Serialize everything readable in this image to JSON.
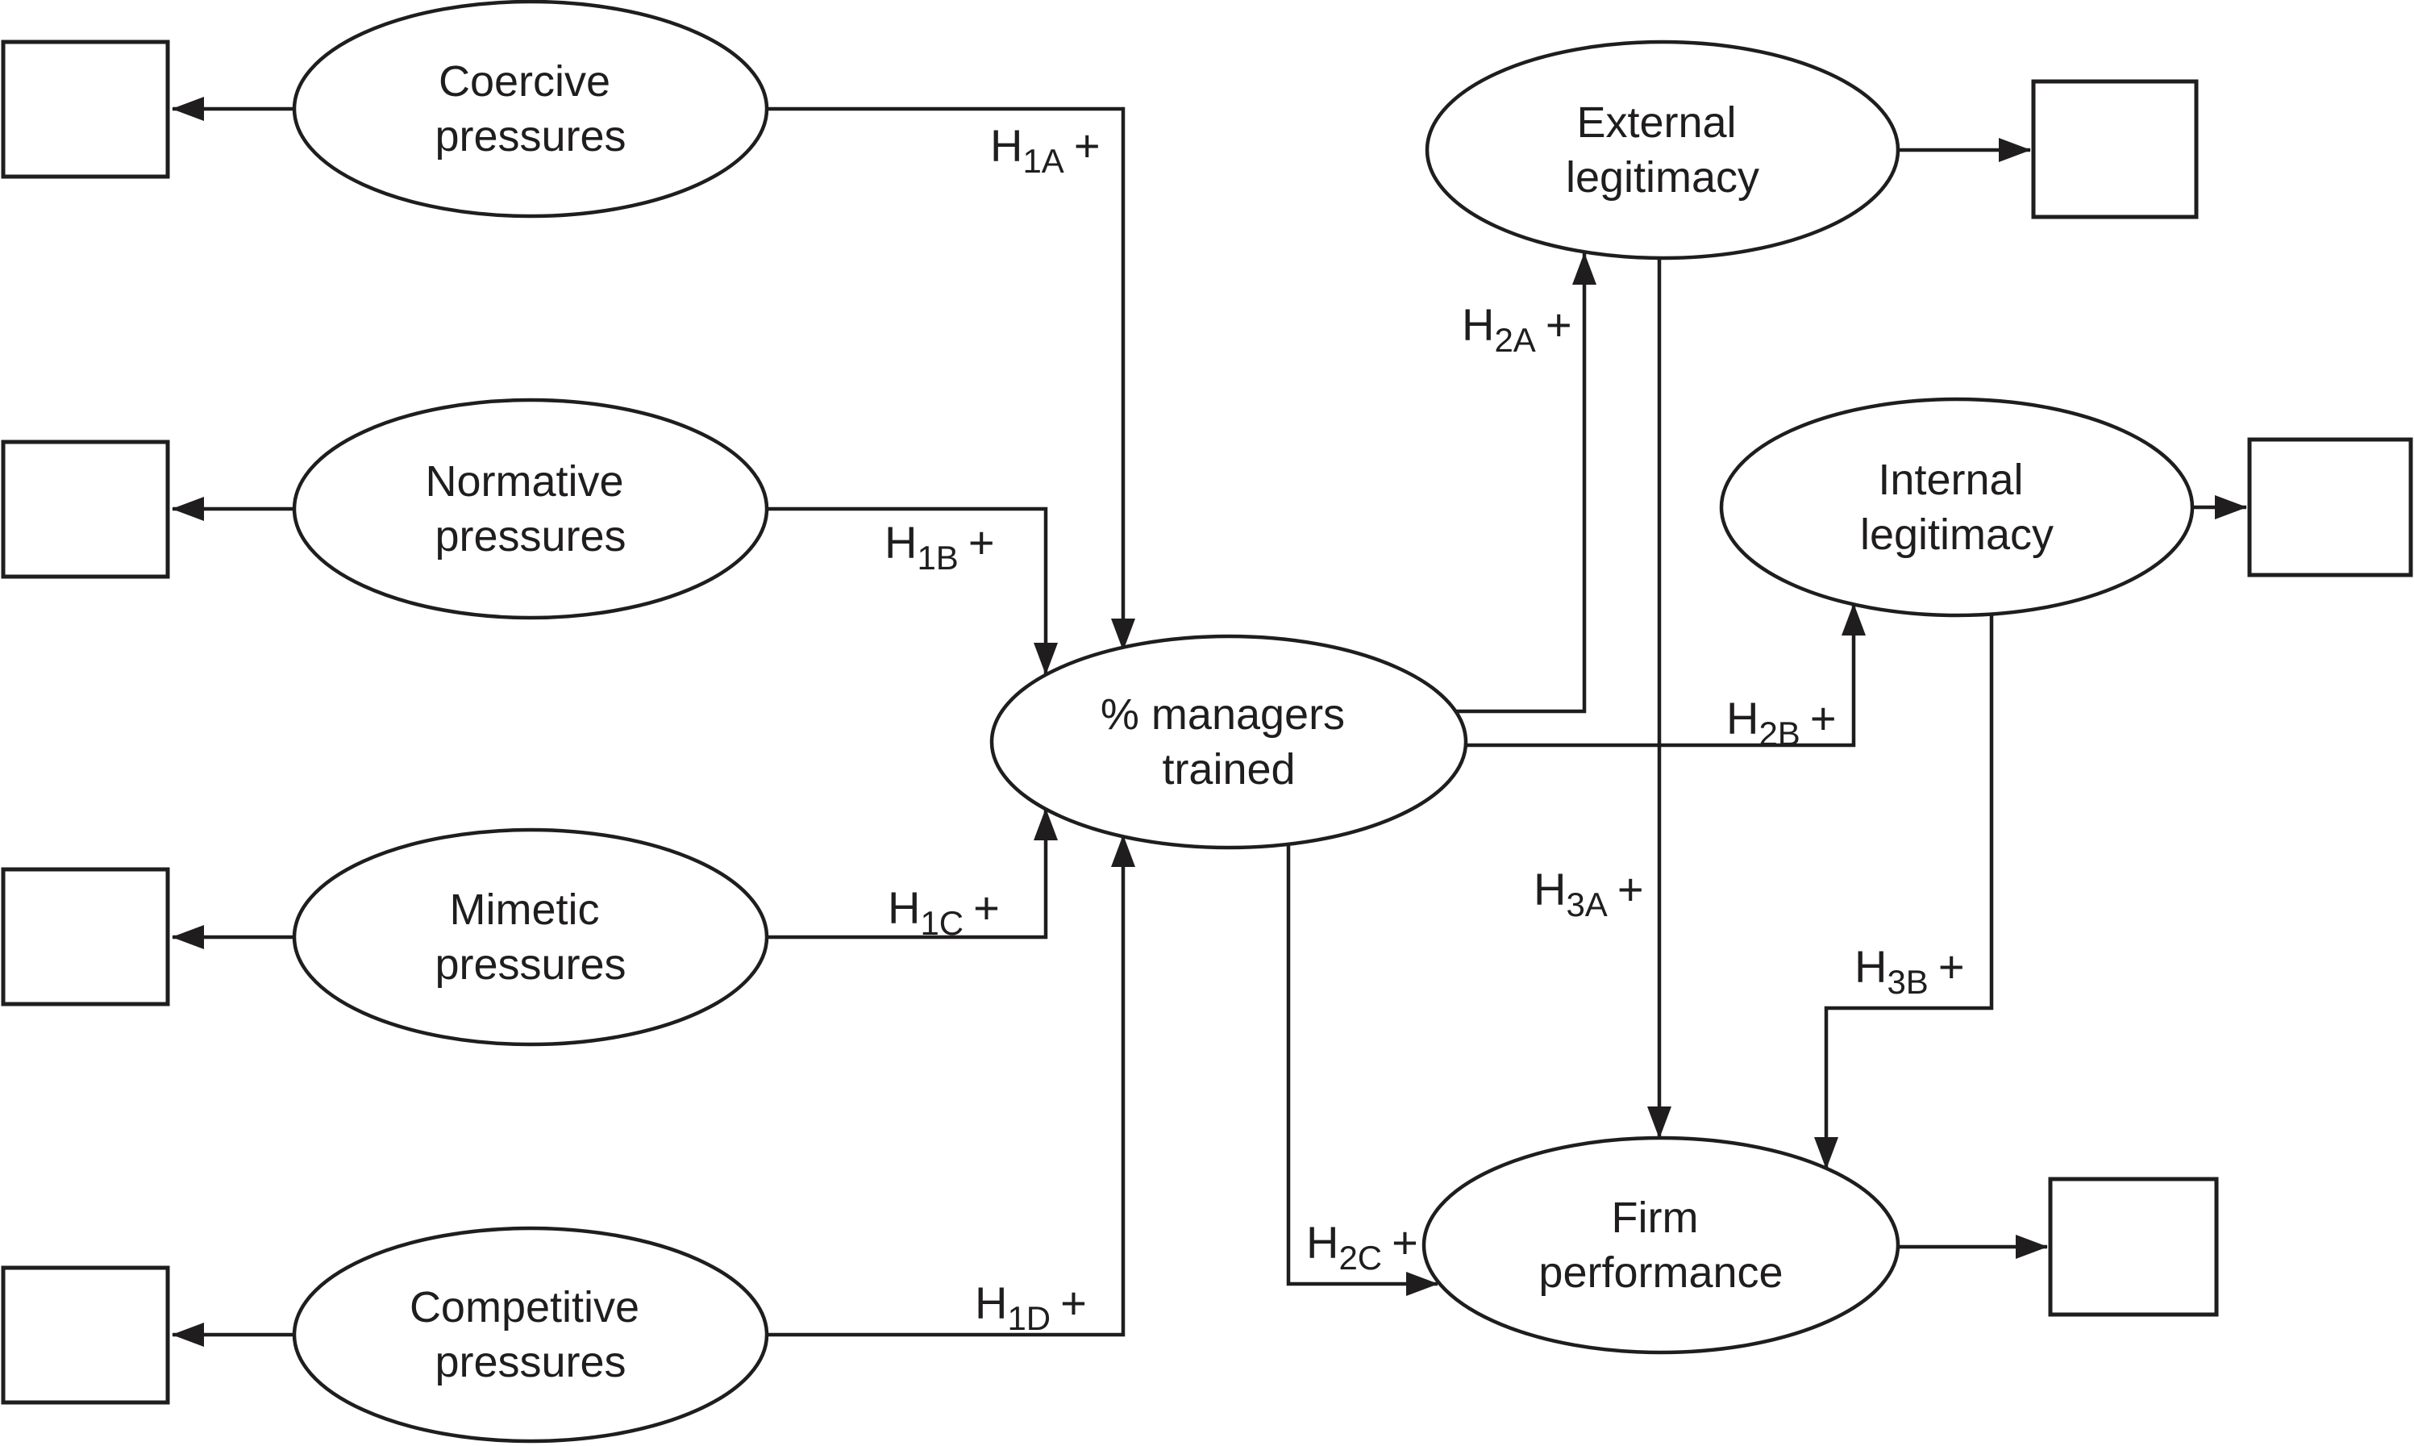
{
  "diagram": {
    "colors": {
      "line": "#1f1d1e",
      "background": "#ffffff"
    },
    "nodes": {
      "coercive": {
        "line1": "Coercive",
        "line2": "pressures"
      },
      "normative": {
        "line1": "Normative",
        "line2": "pressures"
      },
      "mimetic": {
        "line1": "Mimetic",
        "line2": "pressures"
      },
      "competitive": {
        "line1": "Competitive",
        "line2": "pressures"
      },
      "managers": {
        "line1": "% managers",
        "line2": "trained"
      },
      "external": {
        "line1": "External",
        "line2": "legitimacy"
      },
      "internal": {
        "line1": "Internal",
        "line2": "legitimacy"
      },
      "firm": {
        "line1": "Firm",
        "line2": "performance"
      }
    },
    "hypotheses": {
      "h1a": {
        "prefix": "H",
        "sub": "1A",
        "suffix": "+"
      },
      "h1b": {
        "prefix": "H",
        "sub": "1B",
        "suffix": "+"
      },
      "h1c": {
        "prefix": "H",
        "sub": "1C",
        "suffix": "+"
      },
      "h1d": {
        "prefix": "H",
        "sub": "1D",
        "suffix": "+"
      },
      "h2a": {
        "prefix": "H",
        "sub": "2A",
        "suffix": "+"
      },
      "h2b": {
        "prefix": "H",
        "sub": "2B",
        "suffix": "+"
      },
      "h2c": {
        "prefix": "H",
        "sub": "2C",
        "suffix": "+"
      },
      "h3a": {
        "prefix": "H",
        "sub": "3A",
        "suffix": "+"
      },
      "h3b": {
        "prefix": "H",
        "sub": "3B",
        "suffix": "+"
      }
    }
  }
}
